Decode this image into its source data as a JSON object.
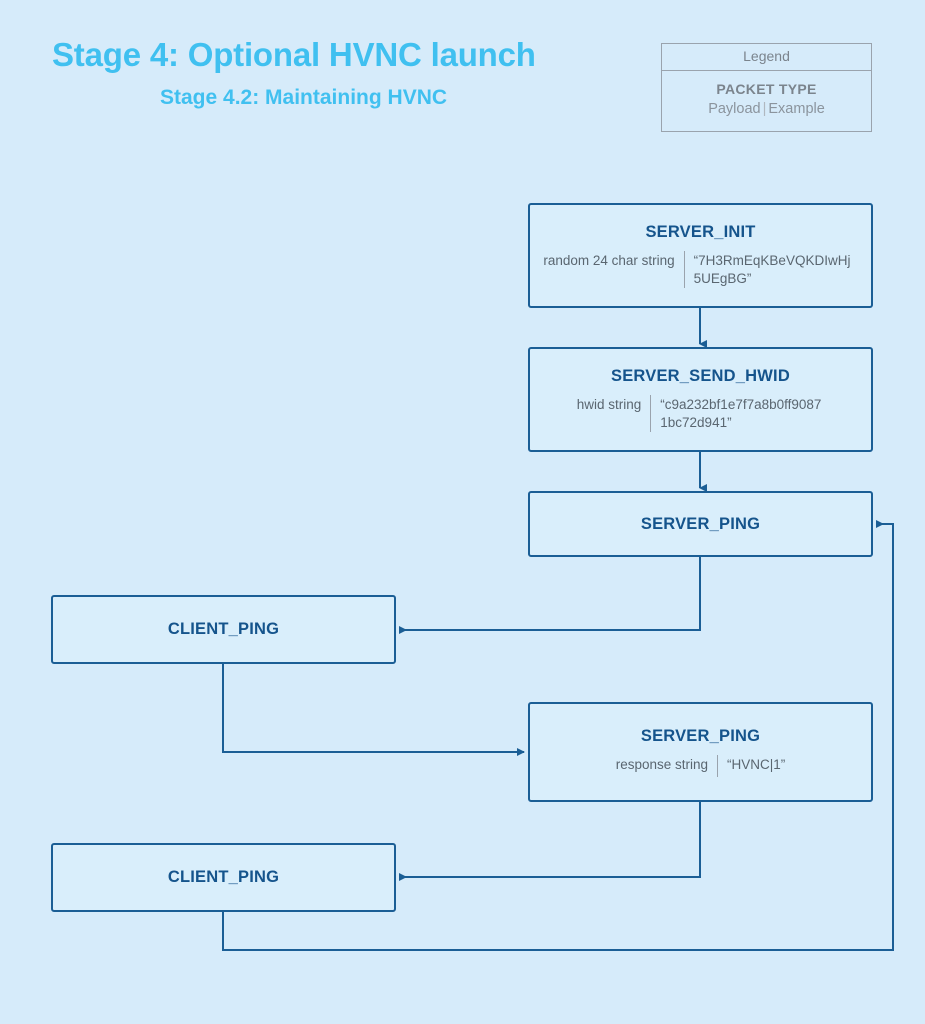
{
  "page": {
    "title": "Stage 4: Optional HVNC launch",
    "subtitle": "Stage 4.2: Maintaining HVNC",
    "background_color": "#d6ebfa",
    "accent_color": "#40c0f0",
    "node_border_color": "#1b5e95",
    "node_title_color": "#15548c",
    "muted_color": "#7b848d"
  },
  "legend": {
    "header": "Legend",
    "packet_type": "PACKET TYPE",
    "payload": "Payload",
    "separator": "|",
    "example": "Example"
  },
  "nodes": [
    {
      "id": "server-init",
      "title": "SERVER_INIT",
      "payload_label": "random 24 char string",
      "payload_example": "“7H3RmEqKBeVQKDIwHj5UEgBG”"
    },
    {
      "id": "server-send-hwid",
      "title": "SERVER_SEND_HWID",
      "payload_label": "hwid string",
      "payload_example": "“c9a232bf1e7f7a8b0ff90871bc72d941”"
    },
    {
      "id": "server-ping-1",
      "title": "SERVER_PING",
      "payload_label": "",
      "payload_example": ""
    },
    {
      "id": "client-ping-1",
      "title": "CLIENT_PING",
      "payload_label": "",
      "payload_example": ""
    },
    {
      "id": "server-ping-2",
      "title": "SERVER_PING",
      "payload_label": "response string",
      "payload_example": "“HVNC|1”"
    },
    {
      "id": "client-ping-2",
      "title": "CLIENT_PING",
      "payload_label": "",
      "payload_example": ""
    }
  ],
  "chart_data": {
    "type": "diagram",
    "title": "Stage 4: Optional HVNC launch",
    "subtitle": "Stage 4.2: Maintaining HVNC",
    "nodes": [
      "SERVER_INIT",
      "SERVER_SEND_HWID",
      "SERVER_PING",
      "CLIENT_PING",
      "SERVER_PING",
      "CLIENT_PING"
    ],
    "edges": [
      {
        "from": "SERVER_INIT",
        "to": "SERVER_SEND_HWID"
      },
      {
        "from": "SERVER_SEND_HWID",
        "to": "SERVER_PING"
      },
      {
        "from": "SERVER_PING",
        "to": "CLIENT_PING"
      },
      {
        "from": "CLIENT_PING",
        "to": "SERVER_PING (response)"
      },
      {
        "from": "SERVER_PING (response)",
        "to": "CLIENT_PING (2)"
      },
      {
        "from": "CLIENT_PING (2)",
        "to": "SERVER_PING",
        "note": "loop back"
      }
    ]
  }
}
